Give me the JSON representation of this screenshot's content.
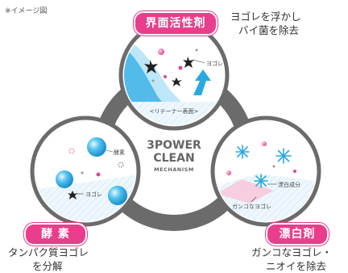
{
  "note": "※イメージ図",
  "center": {
    "line1": "3POWER",
    "line2": "CLEAN",
    "line3": "MECHANISM"
  },
  "surfactant": {
    "badge": "界面活性剤",
    "desc_line1": "ヨゴレを浮かし",
    "desc_line2": "バイ菌を除去",
    "label_dirt": "ヨゴレ",
    "label_surface": "<リテーナー表面>"
  },
  "enzyme": {
    "badge": "酵 素",
    "desc_line1": "タンパク質ヨゴレ",
    "desc_line2": "を分解",
    "label_enzyme": "酵素",
    "label_dirt": "ヨゴレ"
  },
  "bleach": {
    "badge": "漂白剤",
    "desc_line1": "ガンコなヨゴレ・",
    "desc_line2": "ニオイを除去",
    "label_agent": "漂白成分",
    "label_dirt": "ガンコなヨゴレ"
  },
  "colors": {
    "accent": "#e83e8c",
    "ring": "#6b6b6b",
    "blue": "#2aa9e0"
  }
}
